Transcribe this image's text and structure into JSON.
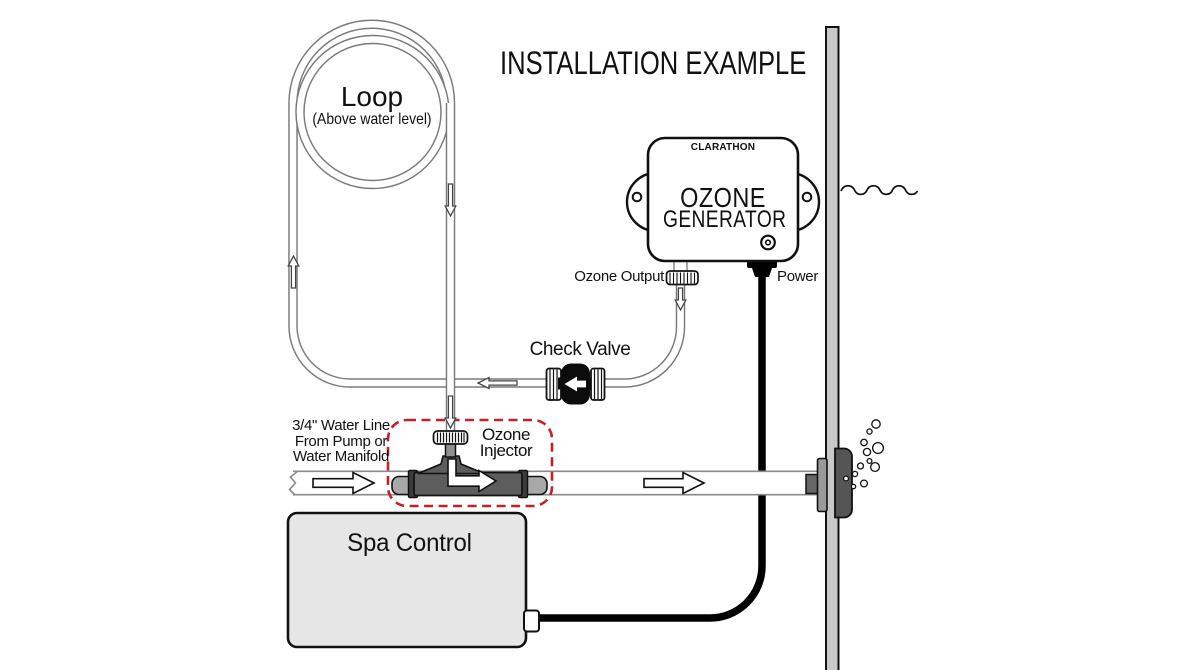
{
  "diagram": {
    "title": "INSTALLATION EXAMPLE",
    "loop": {
      "label": "Loop",
      "sublabel": "(Above water level)"
    },
    "generator": {
      "brand": "CLARATHON",
      "name_line1": "OZONE",
      "name_line2": "GENERATOR",
      "output_label": "Ozone Output",
      "power_label": "Power"
    },
    "check_valve_label": "Check Valve",
    "water_line": {
      "line1": "3/4\" Water Line",
      "line2": "From Pump or",
      "line3": "Water Manifold"
    },
    "injector": {
      "label_line1": "Ozone",
      "label_line2": "Injector"
    },
    "spa_control_label": "Spa Control",
    "colors": {
      "highlight_red": "#c42127",
      "tube_edge": "#7a7a7a",
      "pipe_edge": "#8a8a8a",
      "wall_fill": "#c9c9c9",
      "metal_dark": "#5d5d5d",
      "metal_light": "#a8a8a8",
      "cable_black": "#000000"
    }
  }
}
